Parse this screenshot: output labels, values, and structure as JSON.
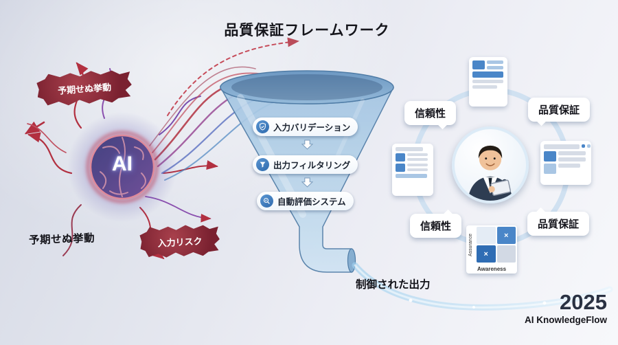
{
  "title": "品質保証フレームワーク",
  "left": {
    "ai_label": "AI",
    "badges": [
      {
        "label": "予期せぬ挙動"
      },
      {
        "label": "入力リスク"
      }
    ],
    "floating_label": "予期せぬ挙動"
  },
  "funnel": {
    "stages": [
      {
        "label": "入力バリデーション",
        "icon": "shield-check-icon"
      },
      {
        "label": "出力フィルタリング",
        "icon": "filter-icon"
      },
      {
        "label": "自動評価システム",
        "icon": "evaluation-gauge-icon"
      }
    ],
    "output_label": "制御された出力"
  },
  "right": {
    "bubbles": [
      {
        "label": "信頼性"
      },
      {
        "label": "品質保証"
      },
      {
        "label": "信頼性"
      },
      {
        "label": "品質保証"
      }
    ],
    "grid": {
      "vertical_label": "Assurance",
      "bottom_label": "Awareness",
      "cells": [
        {
          "mark": ""
        },
        {
          "mark": "×"
        },
        {
          "mark": "×"
        },
        {
          "mark": ""
        }
      ]
    }
  },
  "footer": {
    "year": "2025",
    "brand": "AI KnowledgeFlow"
  },
  "colors": {
    "accent_red": "#8e2636",
    "primary_blue": "#4a86c8",
    "funnel_blue": "#9fc2e0",
    "ring_blue": "#cddff0",
    "background_start": "#d4d8e4",
    "background_end": "#f7f8fb",
    "text_dark": "#14141b"
  }
}
